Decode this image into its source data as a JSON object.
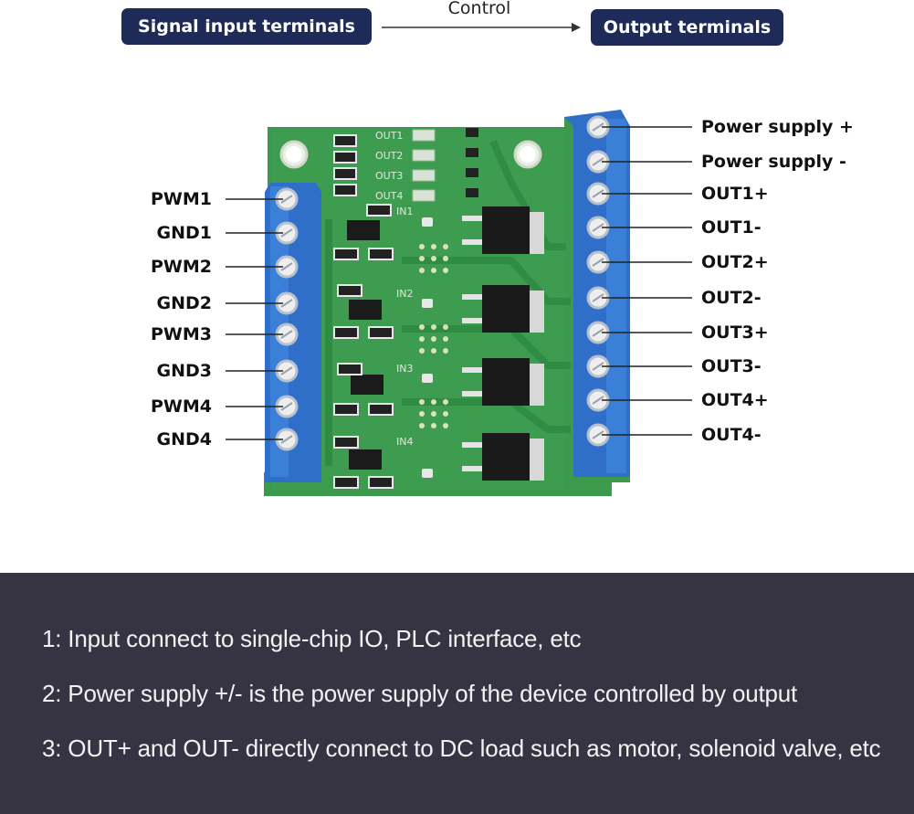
{
  "header": {
    "left_label": "Signal input terminals",
    "middle_label": "Control",
    "right_label": "Output terminals"
  },
  "board": {
    "led_labels": [
      "OUT1",
      "OUT2",
      "OUT3",
      "OUT4"
    ],
    "input_labels": [
      "IN1",
      "IN2",
      "IN3",
      "IN4"
    ],
    "colors": {
      "pcb": "#3b9a4e",
      "terminal": "#2f6fc9",
      "pill": "#1e2a57",
      "footer": "#363443"
    }
  },
  "left_pins": [
    "PWM1",
    "GND1",
    "PWM2",
    "GND2",
    "PWM3",
    "GND3",
    "PWM4",
    "GND4"
  ],
  "right_pins": [
    "Power supply +",
    "Power supply -",
    "OUT1+",
    "OUT1-",
    "OUT2+",
    "OUT2-",
    "OUT3+",
    "OUT3-",
    "OUT4+",
    "OUT4-"
  ],
  "notes": [
    "1: Input connect to single-chip IO, PLC interface, etc",
    "2: Power supply +/- is the power supply of the device controlled by output",
    "3: OUT+ and OUT- directly connect to DC load such as motor, solenoid valve, etc"
  ]
}
